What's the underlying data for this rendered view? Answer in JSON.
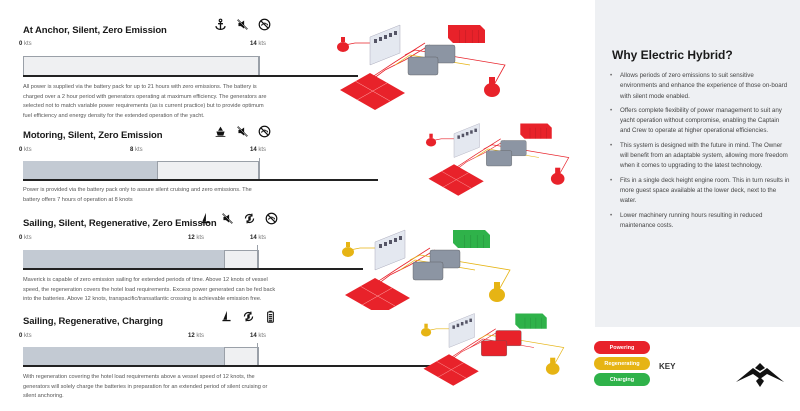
{
  "sections": [
    {
      "title": "At Anchor, Silent, Zero Emission",
      "icons": [
        "anchor-icon",
        "muted-speaker-icon",
        "no-emission-icon"
      ],
      "ticks": [
        {
          "value": "0",
          "unit": "kts"
        },
        {
          "value": "14",
          "unit": "kts"
        }
      ],
      "max_speed_kts": 14,
      "battery_speed_kts": 0,
      "description": "All power is supplied via the battery pack for up to 21 hours with zero emissions. The battery is charged over a 2 hour period with generators operating at maximum efficiency. The generators are selected not to match variable power requirements (as is current practice) but to provide optimum fuel efficiency and energy density for the extended operation of the yacht."
    },
    {
      "title": "Motoring, Silent, Zero Emission",
      "icons": [
        "motor-yacht-icon",
        "muted-speaker-icon",
        "no-emission-icon"
      ],
      "ticks": [
        {
          "value": "0",
          "unit": "kts"
        },
        {
          "value": "8",
          "unit": "kts"
        },
        {
          "value": "14",
          "unit": "kts"
        }
      ],
      "max_speed_kts": 14,
      "battery_speed_kts": 8,
      "description": "Power is provided via the battery pack only to assure silent cruising and zero emissions. The battery offers 7 hours of operation at 8 knots"
    },
    {
      "title": "Sailing, Silent, Regenerative, Zero Emission",
      "icons": [
        "sailboat-icon",
        "muted-speaker-icon",
        "regenerative-icon",
        "no-emission-icon"
      ],
      "ticks": [
        {
          "value": "0",
          "unit": "kts"
        },
        {
          "value": "12",
          "unit": "kts"
        },
        {
          "value": "14",
          "unit": "kts"
        }
      ],
      "max_speed_kts": 14,
      "battery_speed_kts": 12,
      "description": "Maverick is capable of zero emission sailing for extended periods of time. Above 12 knots of vessel speed, the regeneration covers the hotel load requirements. Excess power generated can be fed back into the batteries. Above 12 knots, transpacific/transatlantic crossing is achievable emission free."
    },
    {
      "title": "Sailing, Regenerative, Charging",
      "icons": [
        "sailboat-icon",
        "regenerative-icon",
        "battery-icon"
      ],
      "ticks": [
        {
          "value": "0",
          "unit": "kts"
        },
        {
          "value": "12",
          "unit": "kts"
        },
        {
          "value": "14",
          "unit": "kts"
        }
      ],
      "max_speed_kts": 14,
      "battery_speed_kts": 12,
      "description": "With regeneration covering the hotel load requirements above a vessel speed of 12 knots, the generators will solely charge the batteries in preparation for an extended period of silent cruising or silent anchoring."
    }
  ],
  "sidebar": {
    "title": "Why Electric Hybrid?",
    "bullets": [
      "Allows periods of zero emissions to suit sensitive environments and enhance the experience of those on-board with silent mode enabled.",
      "Offers complete flexibility of power management to suit any yacht operation without compromise, enabling the Captain and Crew to operate at higher operational efficiencies.",
      "This system is designed with the future in mind. The Owner will benefit from an adaptable system, allowing more freedom when it comes to upgrading to the latest technology.",
      "Fits in a single deck height engine room. This in turn results in more guest space available at the lower deck, next to the water.",
      "Lower machinery running hours resulting in reduced maintenance costs."
    ]
  },
  "key": {
    "label": "KEY",
    "items": [
      {
        "label": "Powering",
        "color": "#e8222a"
      },
      {
        "label": "Regenerating",
        "color": "#e6b414"
      },
      {
        "label": "Charging",
        "color": "#2fb24a"
      }
    ]
  },
  "colors": {
    "powering": "#e8222a",
    "regenerating": "#e6b414",
    "charging": "#2fb24a",
    "bar_fill": "#c3cad3",
    "bar_bg": "#eff0f2",
    "sidebar_bg": "#eef0f3"
  },
  "diagram_states": [
    {
      "battery": "powering",
      "generators": "idle",
      "props": "powering",
      "pto": "powering"
    },
    {
      "battery": "powering",
      "generators": "idle",
      "props": "powering",
      "pto": "powering"
    },
    {
      "battery": "charging",
      "generators": "idle",
      "props": "regenerating",
      "pto": "powering"
    },
    {
      "battery": "charging",
      "generators": "powering",
      "props": "regenerating",
      "pto": "powering"
    }
  ]
}
